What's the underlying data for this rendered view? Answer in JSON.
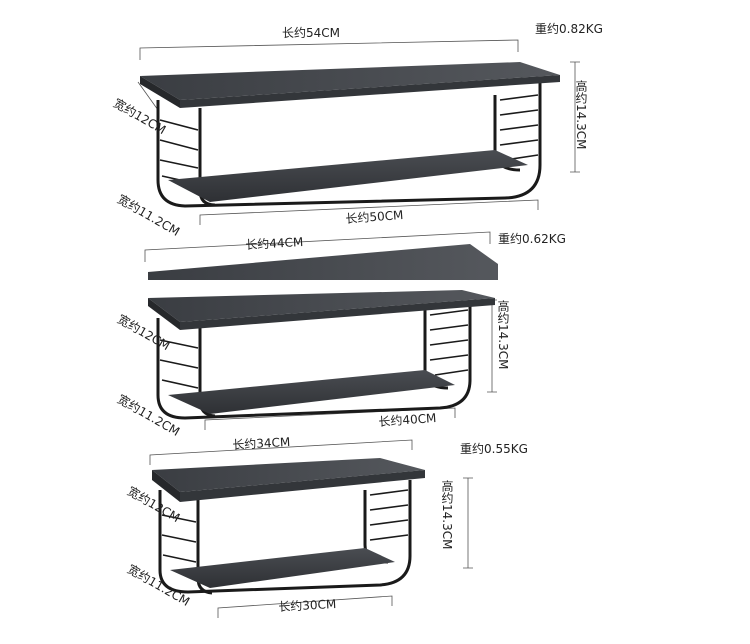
{
  "shelves": [
    {
      "weight": "重约0.82KG",
      "length_top": "长约54CM",
      "length_bottom": "长约50CM",
      "width_top": "宽约12CM",
      "width_bottom": "宽约11.2CM",
      "height": "高约14.3CM"
    },
    {
      "weight": "重约0.62KG",
      "length_top": "长约44CM",
      "length_bottom": "长约40CM",
      "width_top": "宽约12CM",
      "width_bottom": "宽约11.2CM",
      "height": "高约14.3CM"
    },
    {
      "weight": "重约0.55KG",
      "length_top": "长约34CM",
      "length_bottom": "长约30CM",
      "width_top": "宽约12CM",
      "width_bottom": "宽约11.2CM",
      "height": "高约14.3CM"
    }
  ]
}
